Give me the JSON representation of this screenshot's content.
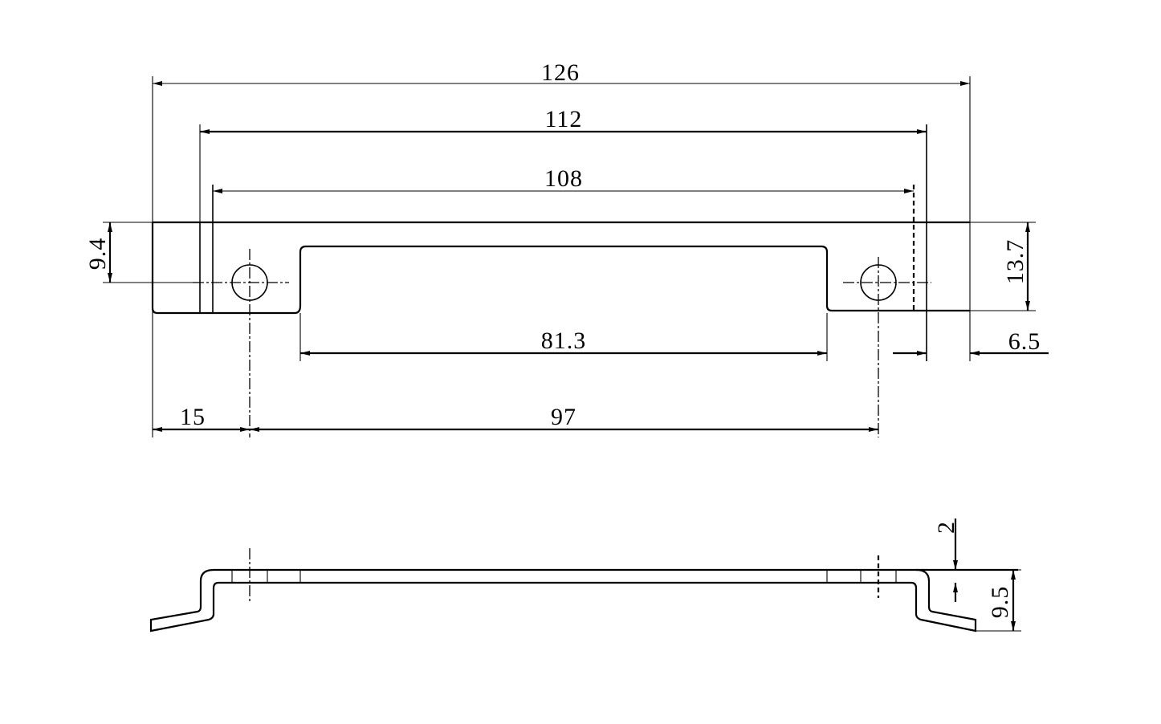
{
  "dimensions": {
    "overall_length": "126",
    "outer_flange_span": "112",
    "bend_span": "108",
    "slot_length": "81.3",
    "hole_offset_left": "15",
    "hole_spacing": "97",
    "hole_height": "9.4",
    "plate_width": "13.7",
    "flange_offset": "6.5",
    "thickness": "2",
    "bend_height": "9.5"
  }
}
